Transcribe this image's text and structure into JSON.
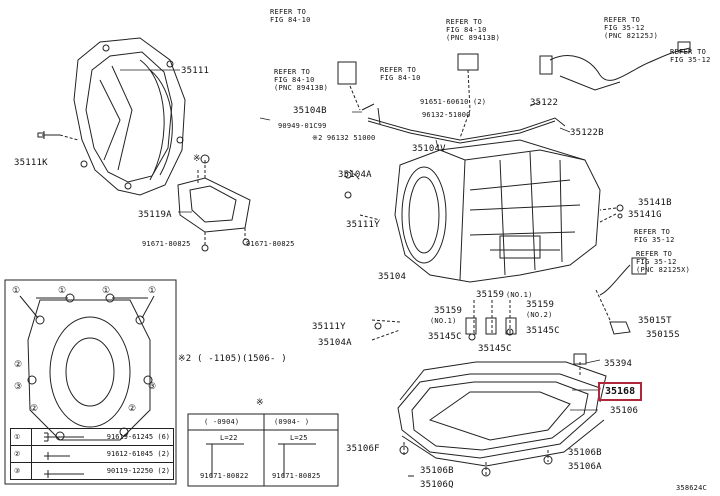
{
  "parts": {
    "p35111": "35111",
    "p35111K": "35111K",
    "p35119A": "35119A",
    "p91671_l": "91671-80825",
    "p91671_r": "91671-80825",
    "p35104B": "35104B",
    "p90949": "90949-01C99",
    "p96132_a": "※2 96132 51000",
    "p91651": "91651-60610 (2)",
    "p96132_b": "96132-51000",
    "p35122": "35122",
    "p35122B": "35122B",
    "p35104V": "35104V",
    "p35104A_t": "35104A",
    "p35111Y_t": "35111Y",
    "p35104": "35104",
    "p35141B": "35141B",
    "p35141G": "35141G",
    "p35159_a": "35159",
    "p35159_a_sub": "(NO.1)",
    "p35159_b": "35159",
    "p35159_b_sub": "(NO.1)",
    "p35159_c": "35159",
    "p35159_c_sub": "(NO.2)",
    "p35111Y_b": "35111Y",
    "p35104A_b": "35104A",
    "p35145C_a": "35145C",
    "p35145C_b": "35145C",
    "p35145C_c": "35145C",
    "p35015T": "35015T",
    "p35015S": "35015S",
    "p35394": "35394",
    "p35168": "35168",
    "p35106": "35106",
    "p35106F": "35106F",
    "p35106B_a": "35106B",
    "p35106B_b": "35106B",
    "p35106A": "35106A",
    "p35106Q": "35106Q"
  },
  "refs": {
    "r1": "REFER TO\nFIG 84-10",
    "r2": "REFER TO\nFIG 84-10\n(PNC 89413B)",
    "r3": "REFER TO\nFIG 35-12\n(PNC 82125J)",
    "r4": "REFER TO\nFIG 35-12",
    "r5": "REFER TO\nFIG 84-10\n(PNC 89413B)",
    "r6": "REFER TO\nFIG 84-10",
    "r7": "REFER TO\nFIG 35-12",
    "r8": "REFER TO\nFIG 35-12\n(PNC 82125X)"
  },
  "notes": {
    "asterisk_star": "※",
    "note2": "※2",
    "date_range": "(    -1105)(1506-    )",
    "note_star": "※",
    "hdr_a": "(    -0904)",
    "hdr_b": "(0904-    )",
    "dim_a": "L=22",
    "dim_b": "L=25",
    "bolt_a": "91671-80822",
    "bolt_b": "91671-80825",
    "footer": "358624C"
  },
  "legend": [
    {
      "num": "①",
      "part": "91619-61245 (6)"
    },
    {
      "num": "②",
      "part": "91612-61045 (2)"
    },
    {
      "num": "③",
      "part": "90119-12250 (2)"
    }
  ],
  "callouts": [
    "①",
    "①",
    "①",
    "①",
    "②",
    "③",
    "③",
    "②",
    "②"
  ],
  "colors": {
    "highlight": "#b0263a",
    "line": "#222222"
  }
}
